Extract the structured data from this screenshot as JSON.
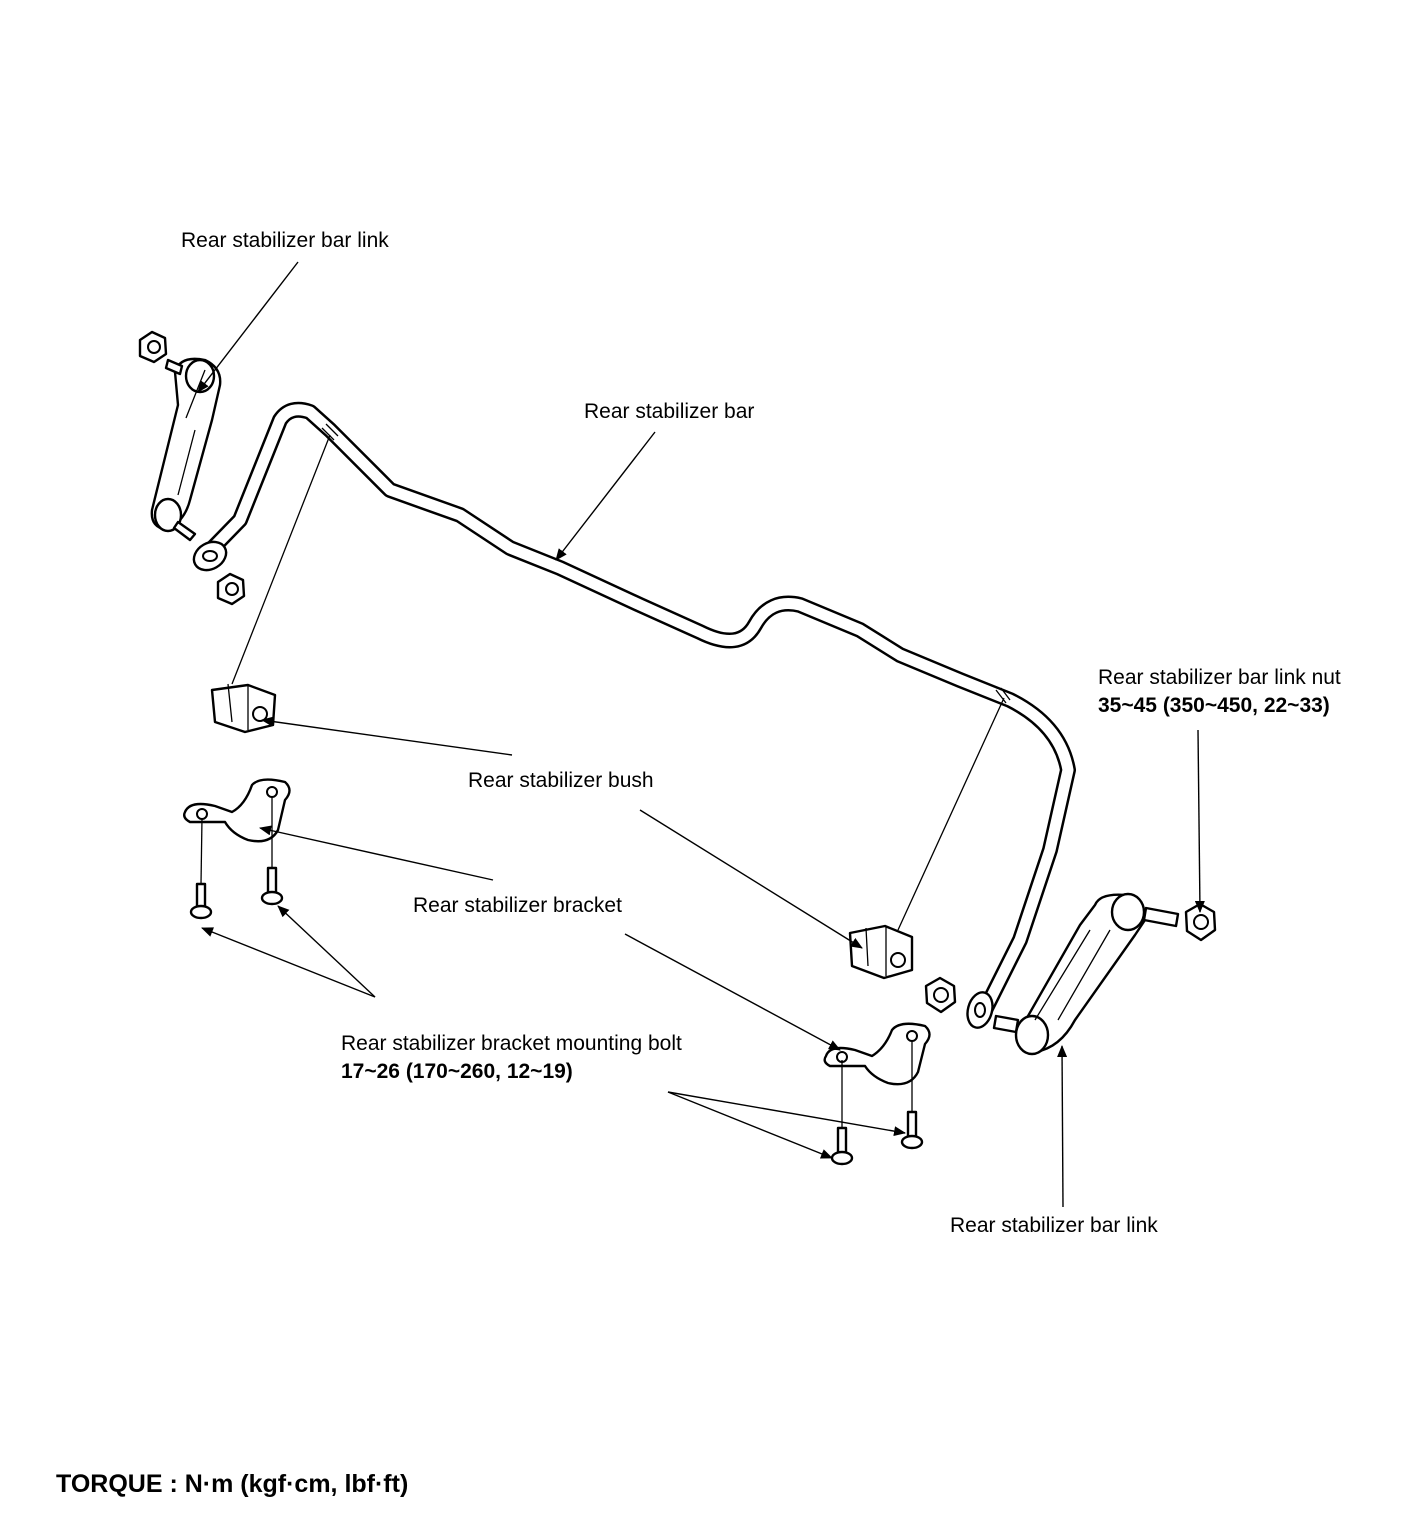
{
  "labels": {
    "bar_link_top": "Rear stabilizer bar link",
    "bar": "Rear stabilizer bar",
    "link_nut": "Rear stabilizer bar link nut",
    "link_nut_torque": "35~45 (350~450, 22~33)",
    "bush": "Rear stabilizer bush",
    "bracket": "Rear stabilizer bracket",
    "bracket_bolt": "Rear stabilizer bracket mounting bolt",
    "bracket_bolt_torque": "17~26 (170~260, 12~19)",
    "bar_link_bottom": "Rear stabilizer bar link"
  },
  "footer": {
    "torque_units": "TORQUE : N·m (kgf·cm, lbf·ft)"
  }
}
